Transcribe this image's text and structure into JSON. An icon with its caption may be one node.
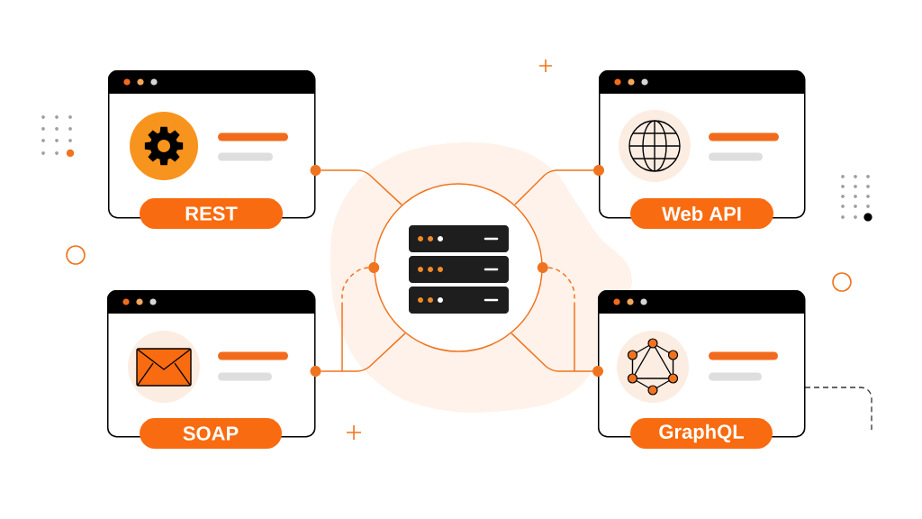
{
  "diagram": {
    "nodes": [
      {
        "text": [
          "REST"
        ]
      },
      {
        "text": [
          "Web API"
        ]
      },
      {
        "text": [],
        "shape": "circle"
      },
      {
        "text": [
          "SOAP"
        ]
      },
      {
        "text": [
          "GraphQL"
        ]
      }
    ],
    "edges": [
      {
        "from": 0,
        "to": 2,
        "arrow": "none"
      },
      {
        "from": 1,
        "to": 2,
        "arrow": "none"
      },
      {
        "from": 3,
        "to": 2,
        "arrow": "none"
      },
      {
        "from": 4,
        "to": 2,
        "arrow": "none"
      },
      {
        "from": 2,
        "to": 3,
        "arrow": "none",
        "style": "dashed"
      },
      {
        "from": 2,
        "to": 4,
        "arrow": "none",
        "style": "dashed"
      }
    ]
  }
}
